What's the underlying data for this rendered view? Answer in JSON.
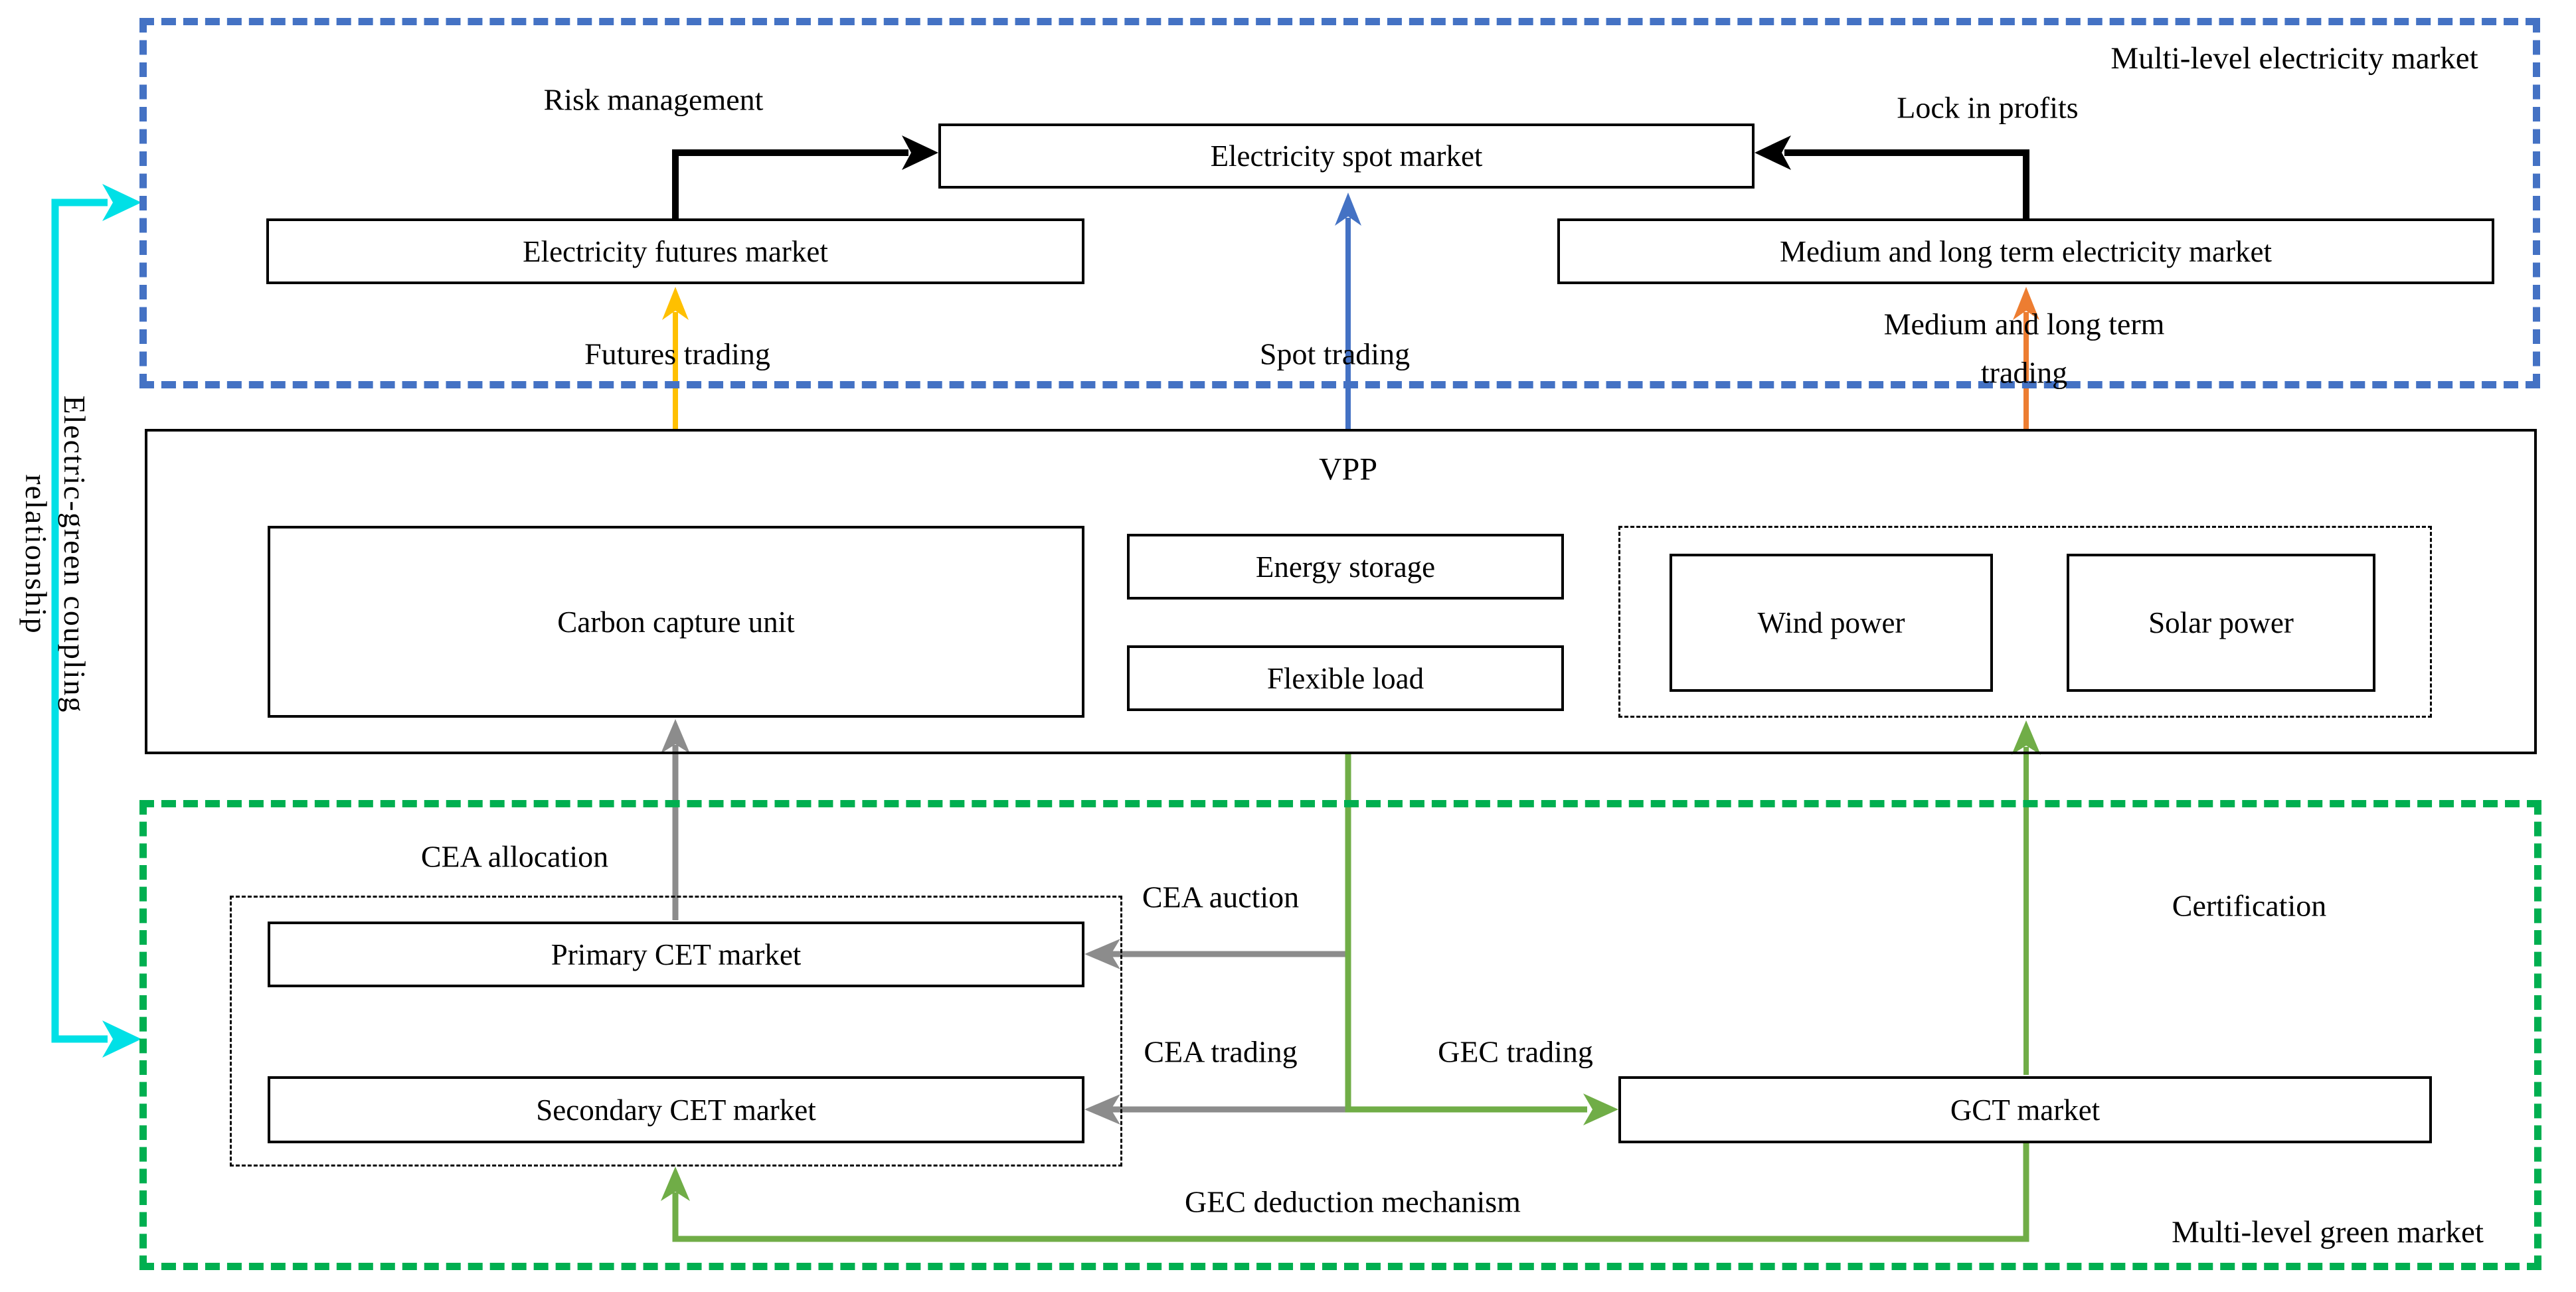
{
  "palette": {
    "blue_dashed": "#4472C4",
    "green_dashed": "#00AF50",
    "arrow_green": "#70AD47",
    "arrow_gray": "#8C8C8C",
    "arrow_gold": "#FFC000",
    "arrow_orange": "#ED7D31",
    "arrow_cyan": "#00E0E6",
    "ink": "#000000"
  },
  "electricity_market": {
    "title": "Multi-level electricity market",
    "spot_box": "Electricity spot market",
    "futures_box": "Electricity futures market",
    "medium_long_box": "Medium and long term electricity market",
    "risk_label": "Risk management",
    "lock_label": "Lock in profits",
    "futures_trading_label": "Futures trading",
    "spot_trading_label": "Spot trading",
    "mlt_trading_line1": "Medium and long term",
    "mlt_trading_line2": "trading"
  },
  "vpp": {
    "title": "VPP",
    "carbon_box": "Carbon capture unit",
    "energy_box": "Energy storage",
    "flexible_box": "Flexible load",
    "wind_box": "Wind power",
    "solar_box": "Solar power"
  },
  "green_market": {
    "title": "Multi-level green market",
    "primary_box": "Primary CET market",
    "secondary_box": "Secondary CET market",
    "gct_box": "GCT market",
    "cea_allocation_label": "CEA allocation",
    "cea_auction_label": "CEA auction",
    "cea_trading_label": "CEA trading",
    "gec_trading_label": "GEC trading",
    "gec_deduction_label": "GEC deduction mechanism",
    "certification_label": "Certification"
  },
  "coupling": {
    "line1": "Electric-green coupling",
    "line2": "relationship"
  }
}
